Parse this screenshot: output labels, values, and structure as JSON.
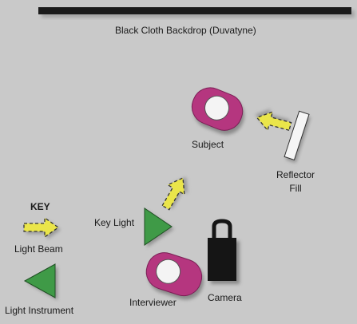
{
  "diagram": {
    "backdrop_label": "Black Cloth Backdrop (Duvatyne)",
    "subject_label": "Subject",
    "reflector_label_line1": "Reflector",
    "reflector_label_line2": "Fill",
    "key_light_label": "Key Light",
    "interviewer_label": "Interviewer",
    "camera_label": "Camera"
  },
  "legend": {
    "title": "KEY",
    "light_beam_label": "Light Beam",
    "light_instrument_label": "Light Instrument"
  },
  "colors": {
    "background": "#c9c9c9",
    "backdrop": "#1b1b1b",
    "person_body": "#b5367f",
    "person_head": "#f4f4f4",
    "light_instrument": "#3f9a47",
    "light_beam": "#eae54a",
    "camera": "#151515",
    "reflector": "#f5f5f5"
  }
}
